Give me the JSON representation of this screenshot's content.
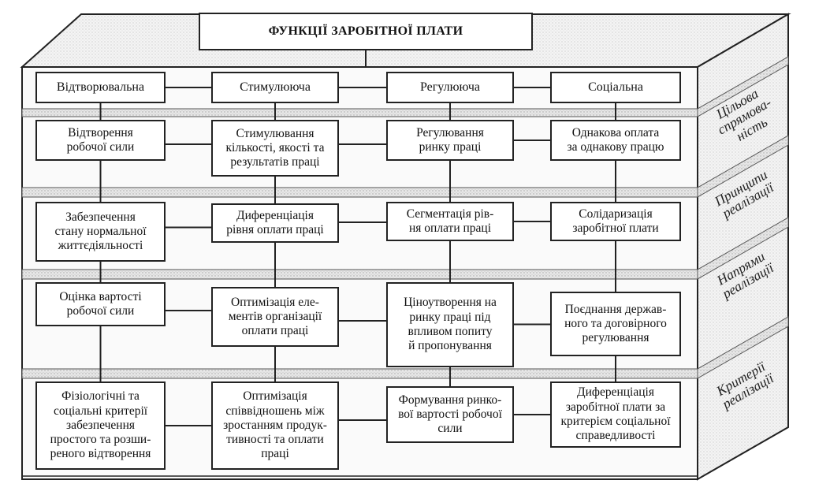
{
  "title": "ФУНКЦІЇ ЗАРОБІТНОЇ ПЛАТИ",
  "functions": [
    "Відтворювальна",
    "Стимулююча",
    "Регулююча",
    "Соціальна"
  ],
  "levels": [
    {
      "label": "Цільова\nспрямова-\nність",
      "items": [
        "Відтворення\nробочої сили",
        "Стимулювання\nкількості, якості та\nрезультатів праці",
        "Регулювання\nринку праці",
        "Однакова оплата\nза однакову працю"
      ]
    },
    {
      "label": "Принципи\nреалізації",
      "items": [
        "Забезпечення\nстану нормальної\nжиттєдіяльності",
        "Диференціація\nрівня оплати праці",
        "Сегментація рів-\nня оплати праці",
        "Солідаризація\nзаробітної плати"
      ]
    },
    {
      "label": "Напрями\nреалізації",
      "items": [
        "Оцінка вартості\nробочої сили",
        "Оптимізація еле-\nментів організації\nоплати праці",
        "Ціноутворення на\nринку праці під\nвпливом попиту\nй пропонування",
        "Поєднання держав-\nного та договірного\nрегулювання"
      ]
    },
    {
      "label": "Критерії\nреалізації",
      "items": [
        "Фізіологічні та\nсоціальні критерії\nзабезпечення\nпростого та розши-\nреного відтворення",
        "Оптимізація\nспіввідношень між\nзростанням продук-\nтивності та оплати\nпраці",
        "Формування ринко-\nвої вартості робочої\nсили",
        "Диференціація\nзаробітної плати за\nкритерієм соціальної\nсправедливості"
      ]
    }
  ]
}
